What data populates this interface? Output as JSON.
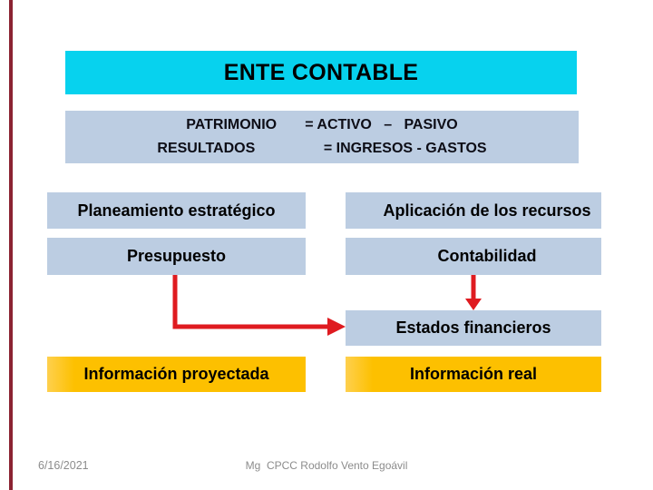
{
  "slide": {
    "title": "ENTE CONTABLE",
    "equation": {
      "line1": "PATRIMONIO       = ACTIVO   –   PASIVO",
      "line2": "RESULTADOS                 = INGRESOS - GASTOS"
    },
    "boxes": {
      "planeamiento": "Planeamiento estratégico",
      "aplicacion": "Aplicación de los recursos",
      "presupuesto": "Presupuesto",
      "contabilidad": "Contabilidad",
      "estados": "Estados financieros",
      "info_proyectada": "Información proyectada",
      "info_real": "Información real"
    },
    "footer": {
      "date": "6/16/2021",
      "credit": "Mg  CPCC Rodolfo Vento Egoávil"
    },
    "colors": {
      "title-bg": "#07d2ee",
      "box-blue": "#bccde2",
      "box-yellow": "#fdc000",
      "arrow-red": "#df1b20",
      "left-rule": "#8b2332",
      "footer-gray": "#8c8c8c",
      "text-dark": "#0d0d16"
    }
  }
}
